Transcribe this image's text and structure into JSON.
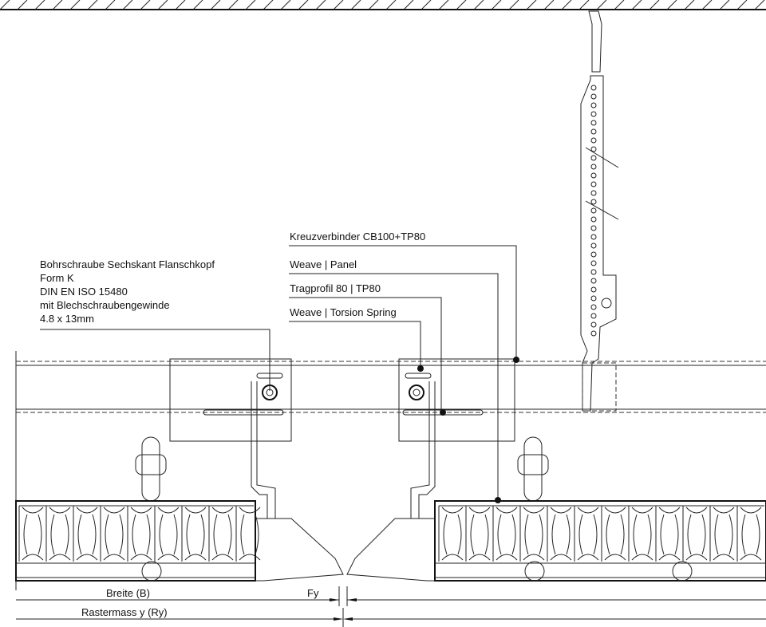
{
  "labels": {
    "screw": [
      "Bohrschraube Sechskant Flanschkopf",
      "Form K",
      "DIN EN ISO 15480",
      "mit Blechschraubengewinde",
      "4.8 x 13mm"
    ],
    "cross_connector": "Kreuzverbinder CB100+TP80",
    "panel": "Weave | Panel",
    "carrier_profile": "Tragprofil 80 | TP80",
    "torsion_spring": "Weave | Torsion Spring"
  },
  "dimensions": {
    "width": "Breite (B)",
    "joint": "Fy",
    "grid": "Rastermass y (Ry)"
  }
}
